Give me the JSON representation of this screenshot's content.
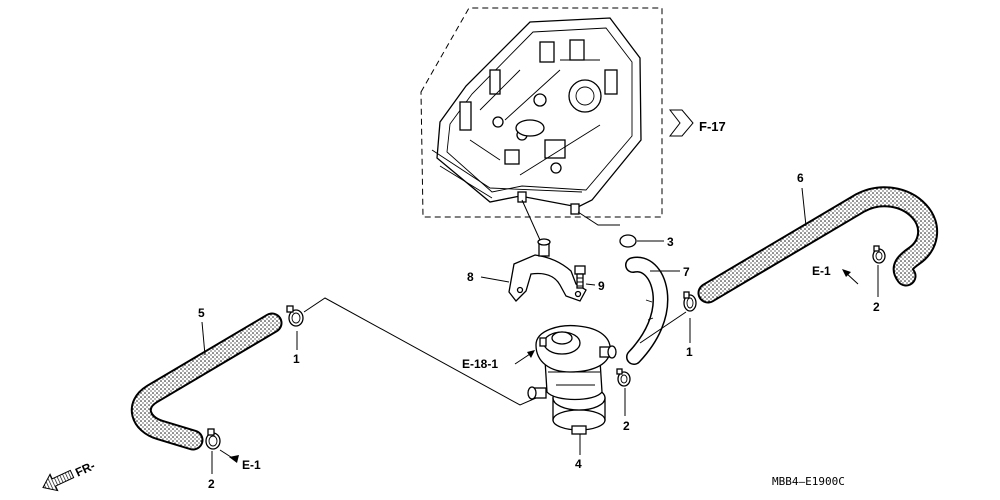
{
  "diagram": {
    "callouts": {
      "ref_f17": "F-17",
      "part_6": "6",
      "part_3": "3",
      "part_7": "7",
      "part_8": "8",
      "part_9": "9",
      "ref_e1_right": "E-1",
      "part_2_right": "2",
      "part_5": "5",
      "part_1_left": "1",
      "ref_e18_1": "E-18-1",
      "part_1_right": "1",
      "part_2_center": "2",
      "part_4": "4",
      "ref_e1_left": "E-1",
      "part_2_left": "2"
    },
    "direction_label": "FR-",
    "diagram_code": "MBB4–E1900C",
    "colors": {
      "line": "#000000",
      "background": "#ffffff"
    }
  }
}
